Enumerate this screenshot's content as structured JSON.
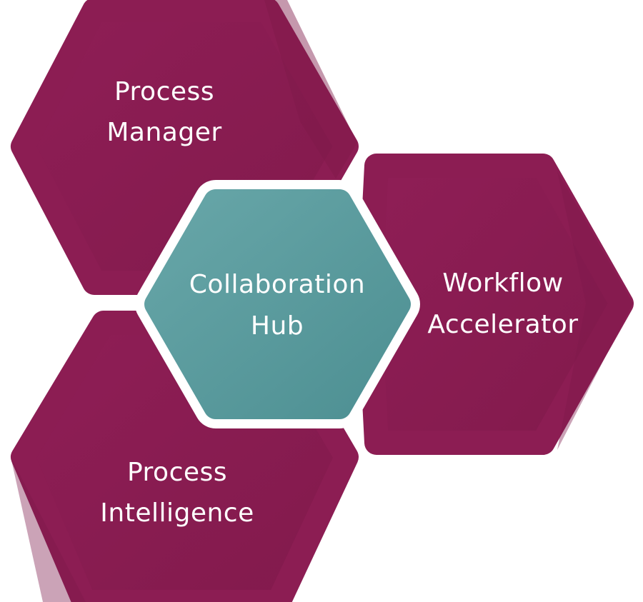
{
  "diagram": {
    "colors": {
      "module": "#8c1d53",
      "module_shade": "#7a1848",
      "hub_light": "#67a6a8",
      "hub_dark": "#4e9093",
      "label": "#ffffff",
      "background": "#ffffff"
    },
    "hexagons": {
      "process_manager": {
        "line1": "Process",
        "line2": "Manager"
      },
      "workflow_accelerator": {
        "line1": "Workflow",
        "line2": "Accelerator"
      },
      "process_intelligence": {
        "line1": "Process",
        "line2": "Intelligence"
      },
      "collaboration_hub": {
        "line1": "Collaboration",
        "line2": "Hub"
      }
    }
  }
}
